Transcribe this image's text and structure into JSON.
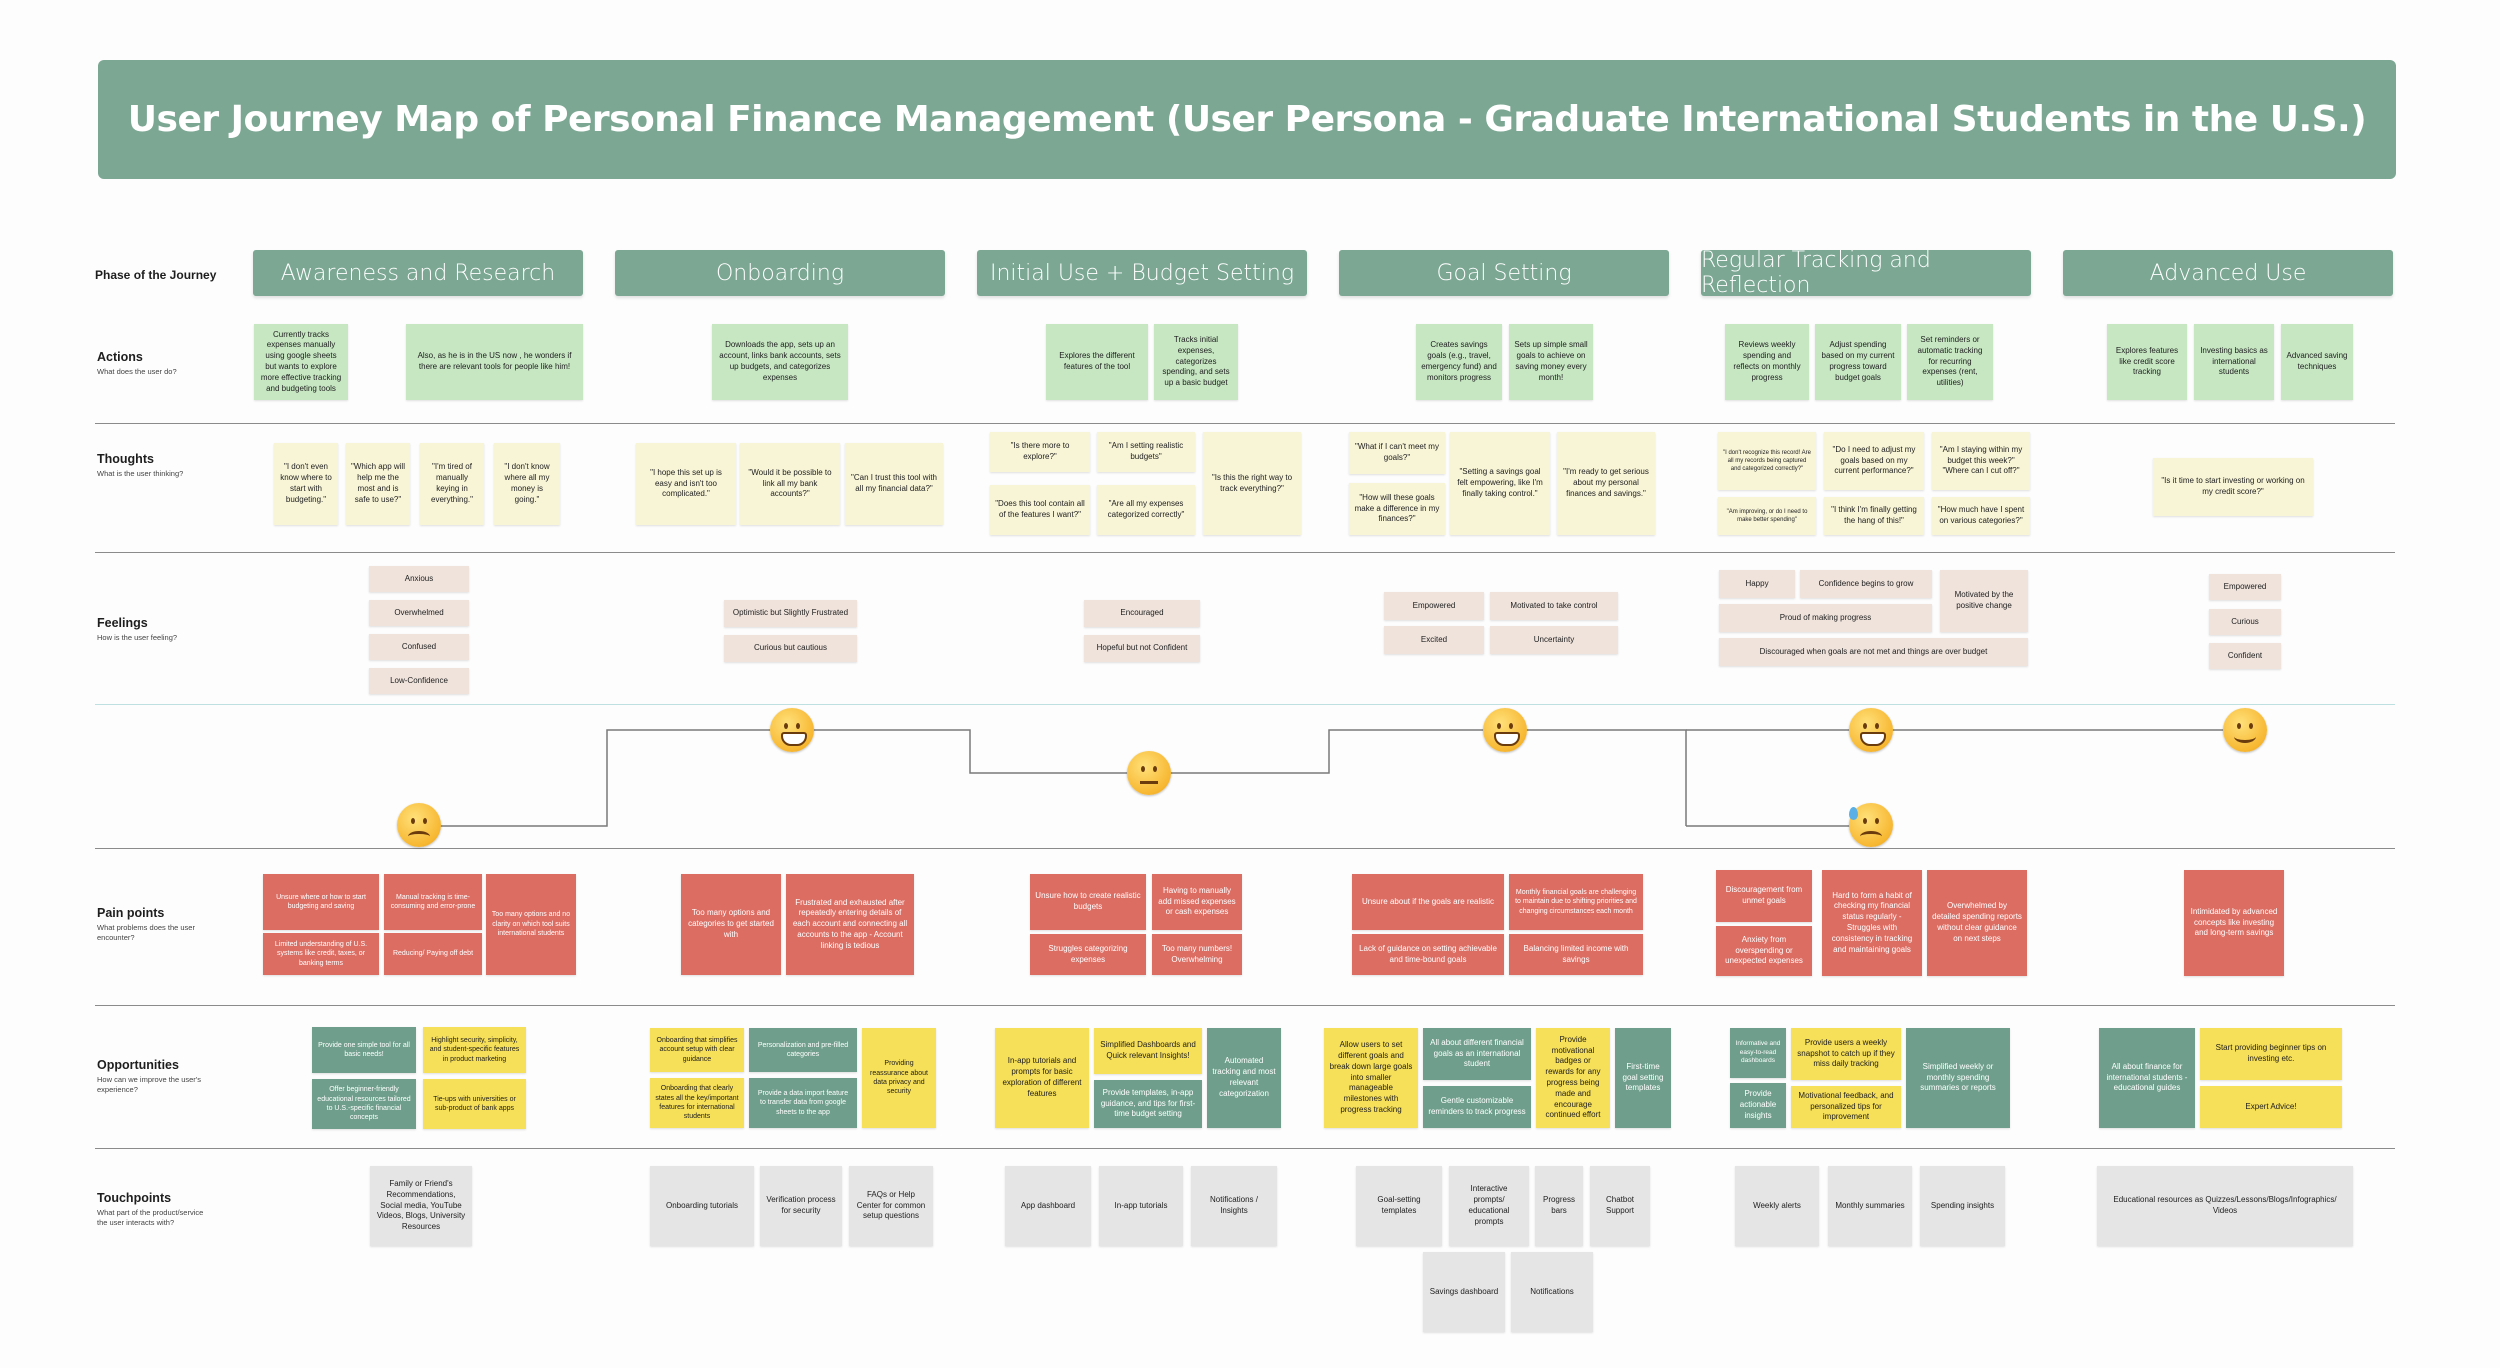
{
  "title": "User Journey Map of Personal Finance Management (User Persona - Graduate International Students in the U.S.)",
  "phase_label": "Phase of the Journey",
  "phases": [
    "Awareness and Research",
    "Onboarding",
    "Initial Use + Budget Setting",
    "Goal Setting",
    "Regular Tracking and Reflection",
    "Advanced Use"
  ],
  "rows": {
    "actions": {
      "title": "Actions",
      "subtitle": "What does the user do?"
    },
    "thoughts": {
      "title": "Thoughts",
      "subtitle": "What is the user thinking?"
    },
    "feelings": {
      "title": "Feelings",
      "subtitle": "How is the user feeling?"
    },
    "pain": {
      "title": "Pain points",
      "subtitle": "What problems does the user encounter?"
    },
    "opportunities": {
      "title": "Opportunities",
      "subtitle": "How can we improve the user's experience?"
    },
    "touchpoints": {
      "title": "Touchpoints",
      "subtitle": "What part of the product/service the user interacts with?"
    }
  },
  "emotion_levels": [
    "sad",
    "grin",
    "neutral",
    "grin",
    "grin-sweat",
    "smile"
  ],
  "notes": {
    "actions": [
      "Currently tracks expenses manually using google sheets but wants to explore more effective tracking and budgeting tools",
      "Also, as he is in the US now , he wonders if there are relevant tools for people like him!",
      "Downloads the app, sets up an account, links bank accounts, sets up budgets, and categorizes expenses",
      "Explores the different features of the tool",
      "Tracks initial expenses, categorizes spending, and sets up a basic budget",
      "Creates savings goals (e.g., travel, emergency fund) and monitors progress",
      "Sets up simple small goals to achieve on saving money every month!",
      "Reviews weekly spending and reflects on monthly progress",
      "Adjust spending based on my current progress toward budget goals",
      "Set reminders or automatic tracking for recurring expenses (rent, utilities)",
      "Explores features like credit score tracking",
      "Investing basics as international students",
      "Advanced saving techniques"
    ],
    "thoughts": [
      "\"I don't even know where to start with budgeting.\"",
      "\"Which app will help me the most and is safe to use?\"",
      "\"I'm tired of manually keying in everything.\"",
      "\"I don't know where all my money is going.\"",
      "\"I hope this set up is easy and isn't too complicated.\"",
      "\"Would it be possible to link all my bank accounts?\"",
      "\"Can I trust this tool with all my financial data?\"",
      "\"Is there more to explore?\"",
      "\"Am I setting realistic budgets\"",
      "\"Does this tool contain all of the features I want?\"",
      "\"Are all my expenses categorized correctly\"",
      "\"Is this the right way to track everything?\"",
      "\"What if I can't meet my goals?\"",
      "\"How will these goals make a difference in my finances?\"",
      "\"Setting a savings goal felt empowering, like I'm finally taking control.\"",
      "\"I'm ready to get serious about my personal finances and savings.\"",
      "\"I don't recognize this record! Are all my records being captured and categorized correctly?\"",
      "\"Am improving, or do I need to make better spending\"",
      "\"Do I need to adjust my goals based on my current performance?\"",
      "\"I think I'm finally getting the hang of this!\"",
      "\"Am I staying within my budget this week?\" \"Where can I cut off?\"",
      "\"How much have I spent on various categories?\"",
      "\"Is it time to start investing or working on my credit score?\""
    ],
    "feelings": [
      "Anxious",
      "Overwhelmed",
      "Confused",
      "Low-Confidence",
      "Optimistic but Slightly Frustrated",
      "Curious but cautious",
      "Encouraged",
      "Hopeful but not Confident",
      "Empowered",
      "Motivated to take control",
      "Excited",
      "Uncertainty",
      "Happy",
      "Confidence begins to grow",
      "Proud of making progress",
      "Motivated by the positive change",
      "Discouraged when goals are not met and things are over budget",
      "Empowered",
      "Curious",
      "Confident"
    ],
    "pain": [
      "Unsure where or how to start budgeting and saving",
      "Manual tracking is time-consuming and error-prone",
      "Limited understanding of U.S. systems like credit, taxes, or banking terms",
      "Reducing/ Paying off debt",
      "Too many options and no clarity on which tool suits international students",
      "Too many options and categories to get started with",
      "Frustrated and exhausted after repeatedly entering details of each account and connecting all accounts to the app - Account linking is tedious",
      "Unsure how to create realistic budgets",
      "Having to manually add missed expenses or cash expenses",
      "Struggles categorizing expenses",
      "Too many numbers! Overwhelming",
      "Unsure about if the goals are realistic",
      "Monthly financial goals are challenging to maintain due to shifting priorities and changing circumstances each month",
      "Lack of guidance on setting achievable and time-bound goals",
      "Balancing limited income with savings",
      "Discouragement from unmet goals",
      "Anxiety from overspending or unexpected expenses",
      "Hard to form a habit of checking my financial status regularly - Struggles with consistency in tracking and maintaining goals",
      "Overwhelmed by detailed spending reports without clear guidance on next steps",
      "Intimidated by advanced concepts like investing and long-term savings"
    ],
    "opportunities": [
      "Provide one simple tool for all basic needs!",
      "Highlight security, simplicity, and student-specific features in product marketing",
      "Offer beginner-friendly educational resources tailored to U.S.-specific financial concepts",
      "Tie-ups with universities or sub-product of bank apps",
      "Onboarding that simplifies account setup with clear guidance",
      "Personalization and pre-filled categories",
      "Onboarding that clearly states all the key/important features for international students",
      "Provide a data import feature to transfer data from google sheets to the app",
      "Providing reassurance about data privacy and security",
      "In-app tutorials and prompts for basic exploration of different features",
      "Simplified Dashboards and Quick relevant Insights!",
      "Provide templates, in-app guidance, and tips for first-time budget setting",
      "Automated tracking and most relevant categorization",
      "Allow users to set different goals and break down large goals into smaller manageable milestones with progress tracking",
      "All about different financial goals as an international student",
      "Gentle customizable reminders to track progress",
      "Provide motivational badges or rewards for any progress being made and encourage continued effort",
      "First-time goal setting templates",
      "Informative and easy-to-read dashboards",
      "Provide users a weekly snapshot to catch up if they miss daily tracking",
      "Provide actionable insights",
      "Motivational feedback, and personalized tips for improvement",
      "Simplified weekly or monthly spending summaries or reports",
      "All about finance for international students - educational guides",
      "Start providing beginner tips on investing etc.",
      "Expert Advice!"
    ],
    "touchpoints": [
      "Family or Friend's Recommendations, Social media, YouTube Videos, Blogs, University Resources",
      "Onboarding tutorials",
      "Verification process for security",
      "FAQs or Help Center for common setup questions",
      "App dashboard",
      "In-app tutorials",
      "Notifications / Insights",
      "Goal-setting templates",
      "Interactive prompts/ educational prompts",
      "Progress bars",
      "Chatbot Support",
      "Savings dashboard",
      "Notifications",
      "Weekly alerts",
      "Monthly summaries",
      "Spending insights",
      "Educational resources as Quizzes/Lessons/Blogs/Infographics/ Videos"
    ]
  }
}
